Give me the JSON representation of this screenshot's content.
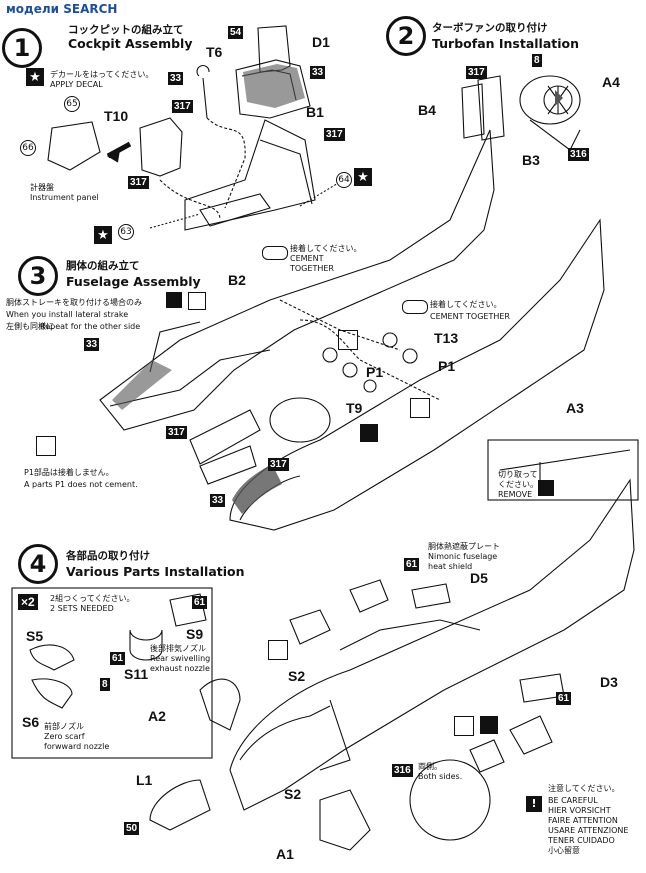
{
  "watermark": "модели SEARCH",
  "step1": {
    "num": "1",
    "jp": "コックピットの組み立て",
    "en": "Cockpit Assembly"
  },
  "step2": {
    "num": "2",
    "jp": "ターボファンの取り付け",
    "en": "Turbofan Installation"
  },
  "step3": {
    "num": "3",
    "jp": "胴体の組み立て",
    "en": "Fuselage Assembly"
  },
  "step4": {
    "num": "4",
    "jp": "各部品の取り付け",
    "en": "Various Parts Installation"
  },
  "decal": {
    "jp": "デカールをはってください。",
    "en": "APPLY DECAL"
  },
  "instrument": {
    "jp": "計器盤",
    "en": "Instrument panel"
  },
  "cement1": {
    "jp": "接着してください。",
    "en1": "CEMENT",
    "en2": "TOGETHER"
  },
  "cement2": {
    "jp": "接着してください。",
    "en": "CEMENT TOGETHER"
  },
  "strake": {
    "jp": "胴体ストレーキを取り付ける場合のみ",
    "en": "When you install lateral strake",
    "jp2": "左側も同様に",
    "en2": "Repeat for the other side"
  },
  "p1note": {
    "jp": "P1部品は接着しません。",
    "en": "A parts P1 does not cement."
  },
  "remove": {
    "jp1": "切り取って",
    "jp2": "ください。",
    "en": "REMOVE"
  },
  "sets": {
    "mult": "×2",
    "jp": "2組つくってください。",
    "en": "2 SETS NEEDED"
  },
  "rear": {
    "jp": "後部排気ノズル",
    "en1": "Rear swivelling",
    "en2": "exhaust nozzle"
  },
  "front": {
    "jp": "前部ノズル",
    "en1": "Zero scarf",
    "en2": "forwward nozzle"
  },
  "heat": {
    "jp": "胴体熱遮蔽プレート",
    "en1": "Nimonic fuselage",
    "en2": "heat shield"
  },
  "both": {
    "jp": "両側。",
    "en": "Both sides."
  },
  "careful": {
    "jp": "注意してください。",
    "l1": "BE CAREFUL",
    "l2": "HIER VORSICHT",
    "l3": "FAIRE ATTENTION",
    "l4": "USARE ATTENZIONE",
    "l5": "TENER CUIDADO",
    "l6": "小心留意"
  },
  "parts": {
    "D1": "D1",
    "T6": "T6",
    "T10": "T10",
    "B1": "B1",
    "A4": "A4",
    "B4": "B4",
    "B3": "B3",
    "B2": "B2",
    "T13": "T13",
    "P1a": "P1",
    "P1b": "P1",
    "T9": "T9",
    "A3": "A3",
    "D5": "D5",
    "S5": "S5",
    "S9": "S9",
    "S11": "S11",
    "S6": "S6",
    "S2a": "S2",
    "S2b": "S2",
    "A2": "A2",
    "D3": "D3",
    "L1": "L1",
    "A1": "A1"
  },
  "colors": {
    "c54": "54",
    "c33": "33",
    "c317": "317",
    "c8": "8",
    "c316": "316",
    "c61": "61",
    "c50": "50"
  },
  "callouts": {
    "c65": "65",
    "c66": "66",
    "c63": "63",
    "c64": "64"
  },
  "icons": [
    "star-icon",
    "cement-tube-icon",
    "no-glue-icon",
    "cut-remove-icon",
    "caution-icon"
  ]
}
